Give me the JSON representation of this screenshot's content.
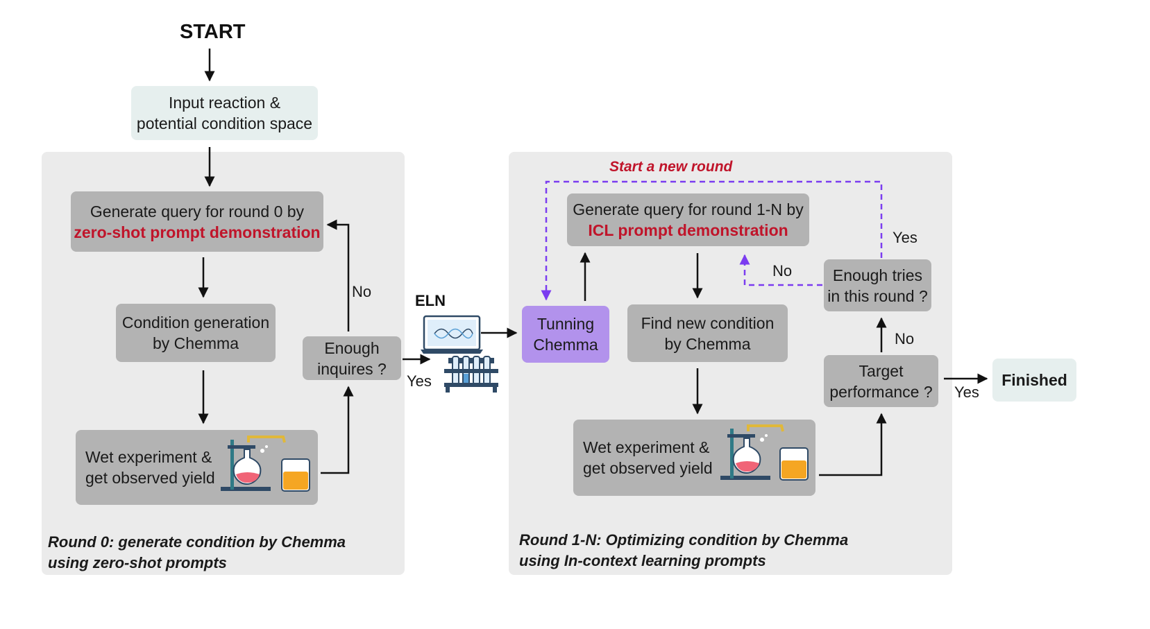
{
  "start_label": "START",
  "input_box": {
    "line1": "Input reaction &",
    "line2": "potential condition space"
  },
  "round0": {
    "caption_line1": "Round 0: generate condition by Chemma",
    "caption_line2": "using zero-shot prompts",
    "query_line1": "Generate query for round 0 by",
    "query_line2": "zero-shot prompt demonstration",
    "cond_line1": "Condition generation",
    "cond_line2": "by Chemma",
    "wet_line1": "Wet experiment &",
    "wet_line2": "get observed yield",
    "enough_line1": "Enough",
    "enough_line2": "inquires ?",
    "no_label": "No",
    "yes_label": "Yes"
  },
  "eln_label": "ELN",
  "roundN": {
    "caption_line1": "Round 1-N: Optimizing condition by Chemma",
    "caption_line2": "using In-context learning prompts",
    "new_round_label": "Start a new round",
    "query_line1": "Generate query for round 1-N by",
    "query_line2": "ICL prompt demonstration",
    "tuning_line1": "Tunning",
    "tuning_line2": "Chemma",
    "find_line1": "Find new condition",
    "find_line2": "by Chemma",
    "wet_line1": "Wet experiment &",
    "wet_line2": "get observed yield",
    "tries_line1": "Enough tries",
    "tries_line2": "in this round ?",
    "target_line1": "Target",
    "target_line2": "performance ?",
    "yes_top": "Yes",
    "no_dashed": "No",
    "no_target": "No",
    "yes_finish": "Yes"
  },
  "finished_label": "Finished",
  "colors": {
    "panel": "#ebebeb",
    "box": "#b3b3b3",
    "highlight_red": "#c0142a",
    "dashed_purple": "#7b3cf0",
    "tuning_box": "#b292ec",
    "light_box": "#e6efee"
  }
}
